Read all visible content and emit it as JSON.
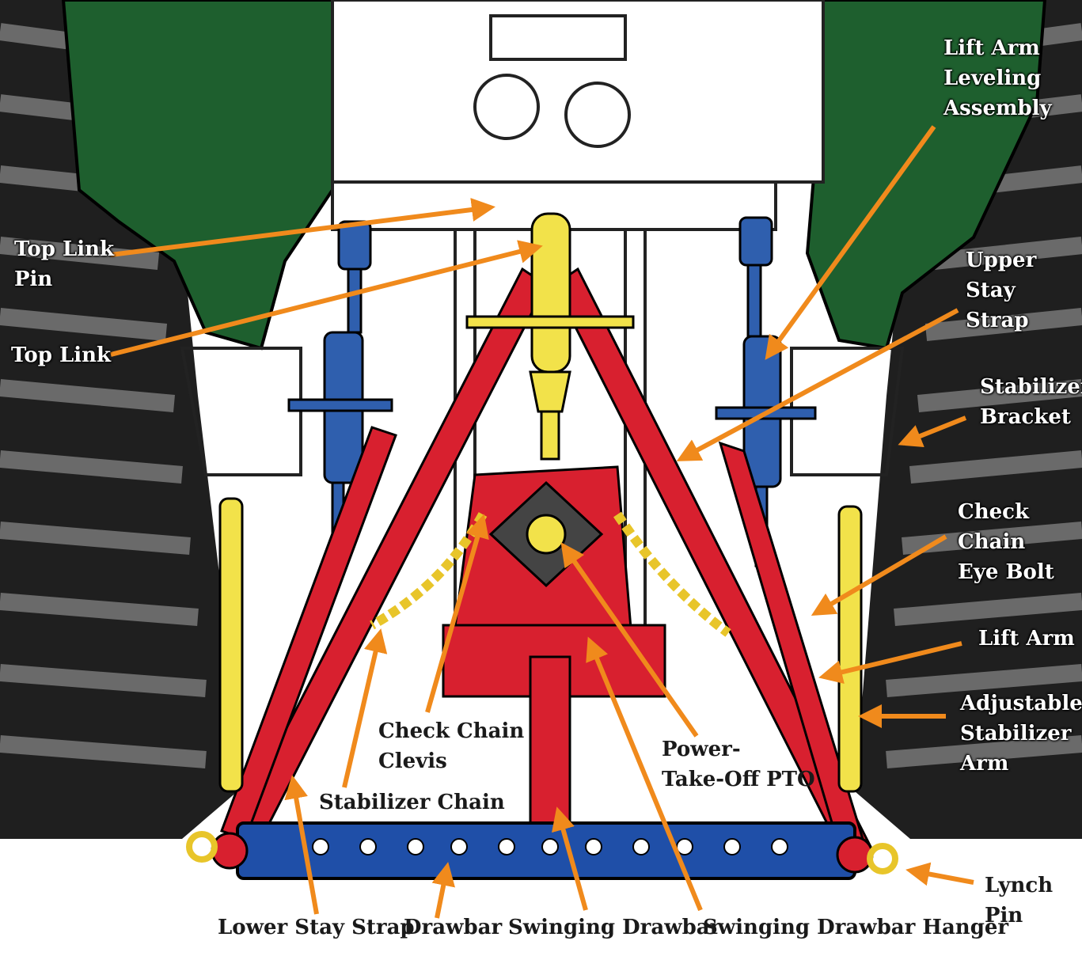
{
  "colors": {
    "tire": "#1f1f1f",
    "fender": "#1e5f2e",
    "top_link": "#f2e24a",
    "lift_link": "#2f5fae",
    "red_frame": "#d8202f",
    "drawbar": "#1f4fa8",
    "arrow": "#f08a1c",
    "chain": "#e8c52a"
  },
  "labels": {
    "top_link_pin": "Top Link\nPin",
    "top_link": "Top Link",
    "lift_arm_leveling": "Lift Arm\nLeveling\nAssembly",
    "upper_stay_strap": "Upper Stay\nStrap",
    "stabilizer_bracket": "Stabilizer\nBracket",
    "check_chain_eye_bolt": "Check Chain\nEye Bolt",
    "lift_arm": "Lift Arm",
    "adjustable_stabilizer_arm": "Adjustable\nStabilizer\nArm",
    "lynch_pin": "Lynch Pin",
    "check_chain_clevis": "Check Chain\nClevis",
    "stabilizer_chain": "Stabilizer Chain",
    "pto": "Power-\nTake-Off PTO",
    "lower_stay_strap": "Lower Stay Strap",
    "drawbar": "Drawbar",
    "swinging_drawbar": "Swinging Drawbar",
    "swinging_drawbar_hanger": "Swinging Drawbar Hanger"
  }
}
